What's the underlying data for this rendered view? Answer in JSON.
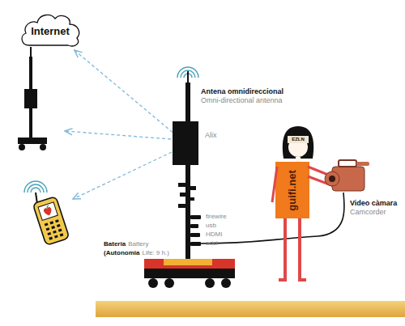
{
  "diagram": {
    "nodes": [
      {
        "text": [
          "Internet"
        ]
      },
      {
        "text": [
          "Alix"
        ]
      }
    ],
    "edges": [
      {
        "from": 1,
        "to": 0,
        "arrow": "to"
      }
    ],
    "labels": [
      "Antena omnidireccional",
      "Omni-directional antenna",
      "firewire",
      "usb",
      "HDMI",
      "adsl",
      "Bateria",
      "Battery",
      "(Autonomia",
      "Life: 9 h.)",
      "Video càmara",
      "Camcorder",
      "EZLN",
      "guifi.net"
    ]
  }
}
